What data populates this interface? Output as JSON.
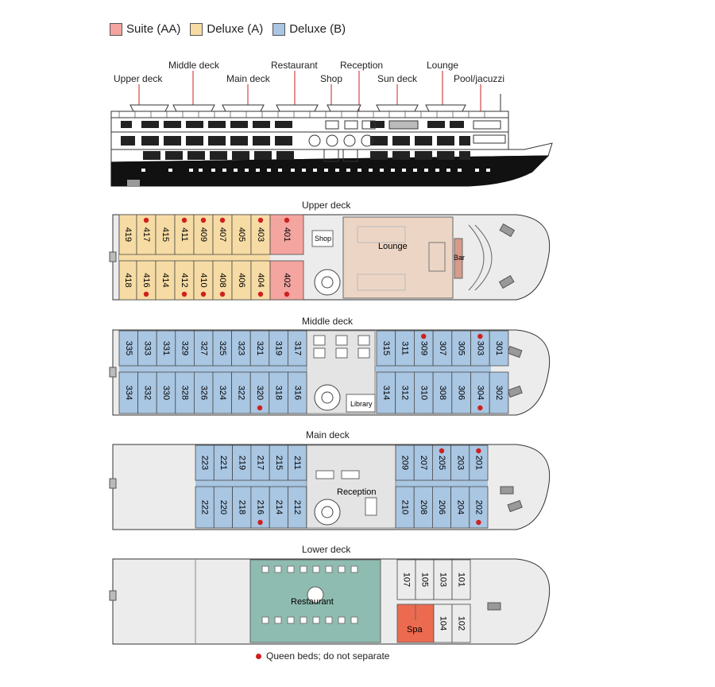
{
  "colors": {
    "suite": "#f4a5a0",
    "deluxe_a": "#f6dca4",
    "deluxe_b": "#a9c6e2",
    "public": "#dcdcdc",
    "lounge": "#ecd5c4",
    "restaurant": "#8fbcb0",
    "spa": "#ec6a4f",
    "queen_dot": "#d01f1f"
  },
  "legend": [
    {
      "label": "Suite (AA)",
      "color": "#f4a5a0"
    },
    {
      "label": "Deluxe (A)",
      "color": "#f6dca4"
    },
    {
      "label": "Deluxe (B)",
      "color": "#a9c6e2"
    }
  ],
  "side_view_labels": [
    "Upper deck",
    "Middle deck",
    "Main deck",
    "Restaurant",
    "Shop",
    "Reception",
    "Sun deck",
    "Lounge",
    "Pool/jacuzzi"
  ],
  "decks": {
    "upper": {
      "title": "Upper deck",
      "top_cabins": [
        "419",
        "417",
        "415",
        "411",
        "409",
        "407",
        "405",
        "403",
        "401"
      ],
      "bottom_cabins": [
        "418",
        "416",
        "414",
        "412",
        "410",
        "408",
        "406",
        "404",
        "402"
      ],
      "queen_beds": [
        "417",
        "411",
        "409",
        "407",
        "403",
        "401",
        "416",
        "412",
        "410",
        "408",
        "404",
        "402"
      ],
      "labels": {
        "shop": "Shop",
        "lounge": "Lounge",
        "bar": "Bar"
      }
    },
    "middle": {
      "title": "Middle deck",
      "top_aft": [
        "335",
        "333",
        "331",
        "329",
        "327",
        "325",
        "323",
        "321",
        "319",
        "317"
      ],
      "bottom_aft": [
        "334",
        "332",
        "330",
        "328",
        "326",
        "324",
        "322",
        "320",
        "318",
        "316"
      ],
      "top_fwd": [
        "315",
        "311",
        "309",
        "307",
        "305",
        "303",
        "301"
      ],
      "bottom_fwd": [
        "314",
        "312",
        "310",
        "308",
        "306",
        "304",
        "302"
      ],
      "queen_beds": [
        "320",
        "309",
        "303",
        "304"
      ],
      "labels": {
        "library": "Library"
      }
    },
    "main": {
      "title": "Main deck",
      "top_aft": [
        "223",
        "221",
        "219",
        "217",
        "215",
        "211"
      ],
      "bottom_aft": [
        "222",
        "220",
        "218",
        "216",
        "214",
        "212"
      ],
      "top_fwd": [
        "209",
        "207",
        "205",
        "203",
        "201"
      ],
      "bottom_fwd": [
        "210",
        "208",
        "206",
        "204",
        "202"
      ],
      "queen_beds": [
        "216",
        "205",
        "201",
        "202"
      ],
      "labels": {
        "reception": "Reception"
      }
    },
    "lower": {
      "title": "Lower deck",
      "top_cabins": [
        "107",
        "105",
        "103",
        "101"
      ],
      "bottom_cabins": [
        "104",
        "102"
      ],
      "labels": {
        "restaurant": "Restaurant",
        "spa": "Spa"
      }
    }
  },
  "footnote": "Queen beds; do not separate"
}
